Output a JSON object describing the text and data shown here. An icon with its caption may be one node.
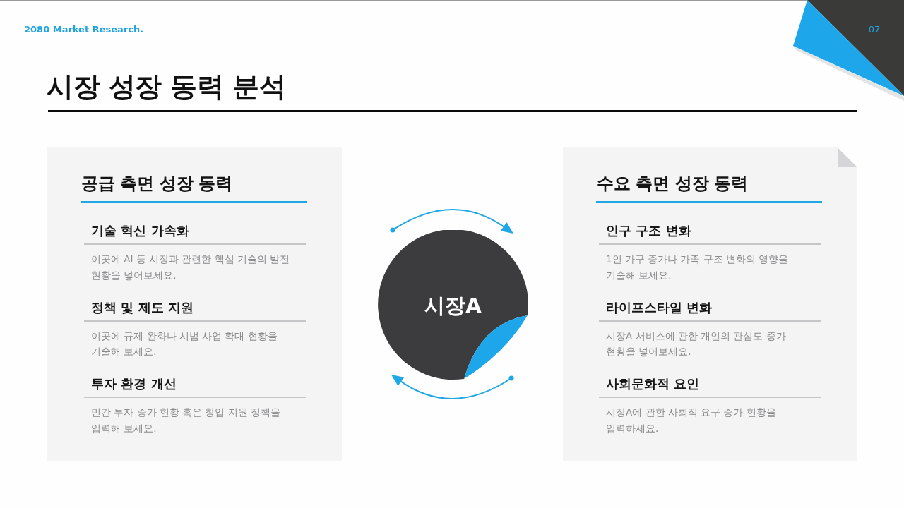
{
  "diagram": {
    "title": "시장 성장 동력 분석",
    "nodes": [
      {
        "text": [
          "공급 측면 성장 동력",
          "기술 혁신 가속화",
          "이곳에 AI 등 시장과 관련한 핵심 기술의 발전 현황을 넣어보세요.",
          "정책 및 제도 지원",
          "이곳에 규제 완화나 시범 사업 확대 현황을 기술해 보세요.",
          "투자 환경 개선",
          "민간 투자 증가 현황 혹은 창업 지원 정책을 입력해 보세요."
        ]
      },
      {
        "text": [
          "시장A"
        ]
      },
      {
        "text": [
          "수요 측면 성장 동력",
          "인구 구조 변화",
          "1인 가구 증가나 가족 구조 변화의 영향을 기술해 보세요.",
          "라이프스타일 변화",
          "시장A 서비스에 관한 개인의 관심도 증가 현황을 넣어보세요.",
          "사회문화적 요인",
          "시장A에 관한 사회적 요구 증가 현황을 입력하세요."
        ]
      }
    ],
    "labels": [
      "2080 Market Research.",
      "07"
    ]
  }
}
